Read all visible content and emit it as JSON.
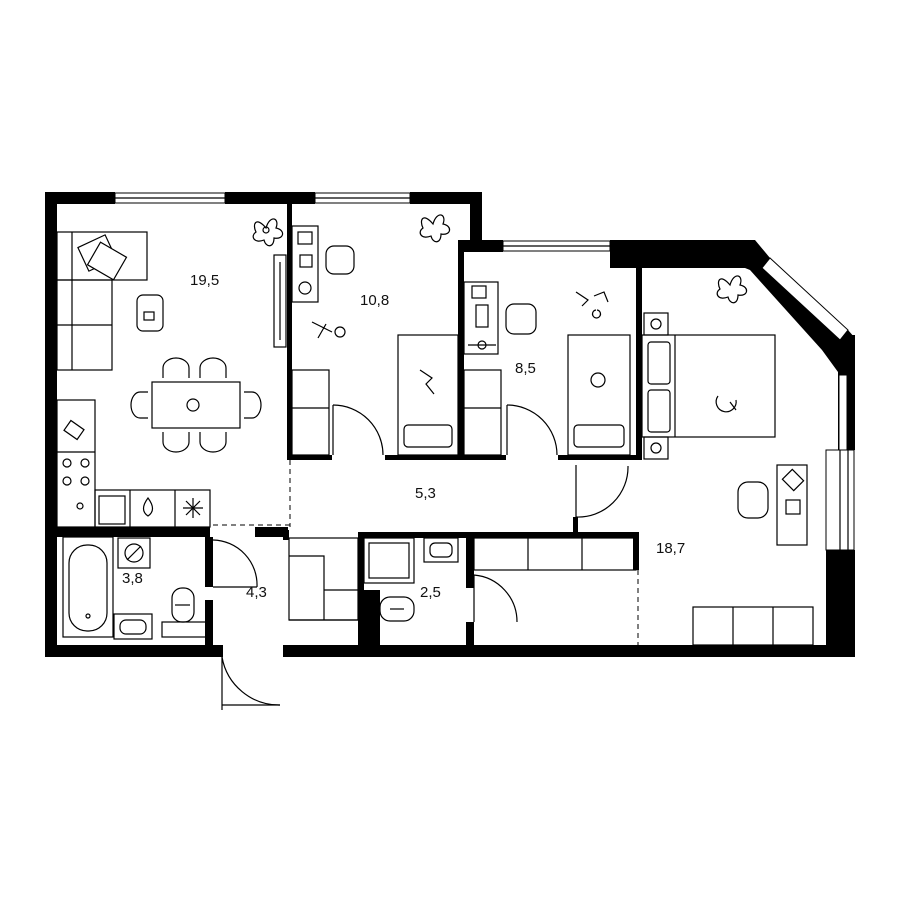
{
  "plan": {
    "rooms": [
      {
        "id": "living-kitchen",
        "area": "19,5"
      },
      {
        "id": "bedroom-1",
        "area": "10,8"
      },
      {
        "id": "bedroom-2",
        "area": "8,5"
      },
      {
        "id": "master-bedroom",
        "area": "18,7"
      },
      {
        "id": "corridor",
        "area": "5,3"
      },
      {
        "id": "bathroom",
        "area": "3,8"
      },
      {
        "id": "hall",
        "area": "4,3"
      },
      {
        "id": "toilet",
        "area": "2,5"
      }
    ],
    "colors": {
      "wall": "#000000",
      "line": "#000000",
      "background": "#ffffff"
    }
  }
}
